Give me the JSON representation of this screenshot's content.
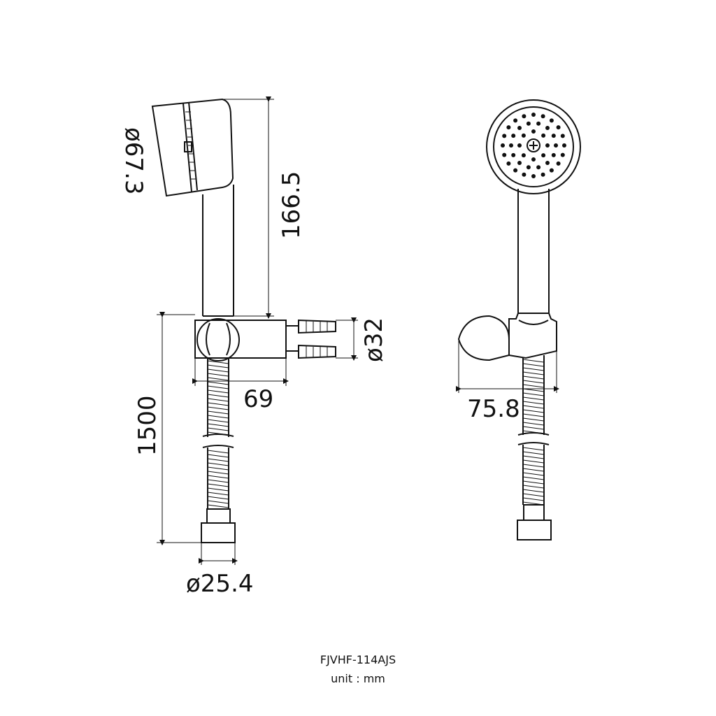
{
  "drawing": {
    "model": "FJVHF-114AJS",
    "unit": "unit : mm",
    "dimensions": {
      "head_diameter": "ø67.3",
      "handle_length": "166.5",
      "hose_length": "1500",
      "bracket_depth": "69",
      "bracket_diameter": "ø32",
      "nut_diameter": "ø25.4",
      "bracket_width": "75.8"
    }
  }
}
